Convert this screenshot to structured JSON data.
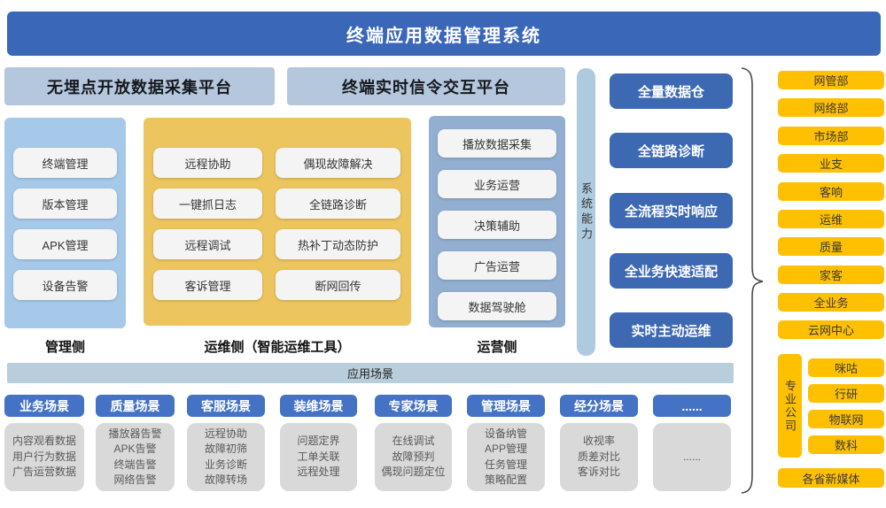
{
  "title": "终端应用数据管理系统",
  "platforms": [
    {
      "label": "无埋点开放数据采集平台"
    },
    {
      "label": "终端实时信令交互平台"
    }
  ],
  "panels": {
    "management": {
      "label": "管理侧",
      "items": [
        "终端管理",
        "版本管理",
        "APK管理",
        "设备告警"
      ]
    },
    "maintenance": {
      "label": "运维侧（智能运维工具）",
      "col1": [
        "远程协助",
        "一键抓日志",
        "远程调试",
        "客诉管理"
      ],
      "col2": [
        "偶现故障解决",
        "全链路诊断",
        "热补丁动态防护",
        "断网回传"
      ]
    },
    "operation": {
      "label": "运营侧",
      "items": [
        "播放数据采集",
        "业务运营",
        "决策辅助",
        "广告运营",
        "数据驾驶舱"
      ]
    }
  },
  "system_capability": {
    "label": "系统能力",
    "buttons": [
      "全量数据仓",
      "全链路诊断",
      "全流程实时响应",
      "全业务快速适配",
      "实时主动运维"
    ]
  },
  "org": {
    "departments": [
      "网管部",
      "网络部",
      "市场部",
      "业支",
      "客响",
      "运维",
      "质量",
      "家客",
      "全业务",
      "云网中心"
    ],
    "professional": {
      "label": "专业公司",
      "items": [
        "咪咕",
        "行研",
        "物联网",
        "数科"
      ]
    },
    "provincial": "各省新媒体"
  },
  "app": {
    "bar_label": "应用场景",
    "scenes": [
      {
        "title": "业务场景",
        "items": [
          "内容观看数据",
          "用户行为数据",
          "广告运营数据"
        ]
      },
      {
        "title": "质量场景",
        "items": [
          "播放器告警",
          "APK告警",
          "终端告警",
          "网络告警"
        ]
      },
      {
        "title": "客服场景",
        "items": [
          "远程协助",
          "故障初筛",
          "业务诊断",
          "故障转场"
        ]
      },
      {
        "title": "装维场景",
        "items": [
          "问题定界",
          "工单关联",
          "远程处理"
        ]
      },
      {
        "title": "专家场景",
        "items": [
          "在线调试",
          "故障预判",
          "偶现问题定位"
        ]
      },
      {
        "title": "管理场景",
        "items": [
          "设备纳管",
          "APP管理",
          "任务管理",
          "策略配置"
        ]
      },
      {
        "title": "经分场景",
        "items": [
          "收视率",
          "质差对比",
          "客诉对比"
        ]
      },
      {
        "title": "......",
        "items": [
          "......"
        ]
      }
    ]
  },
  "colors": {
    "banner": "#3A67B8",
    "platform_header": "#B4C7DD",
    "management_panel": "#A6C9E9",
    "maintenance_panel": "#ECC55F",
    "operation_panel": "#92AFD1",
    "system_capability_bar": "#AECADF",
    "capability_button": "#3D69B3",
    "department_box": "#FFC002",
    "scene_header": "#4472C4",
    "scene_box": "#D9D9D9",
    "app_bar": "#B9CEDD"
  }
}
